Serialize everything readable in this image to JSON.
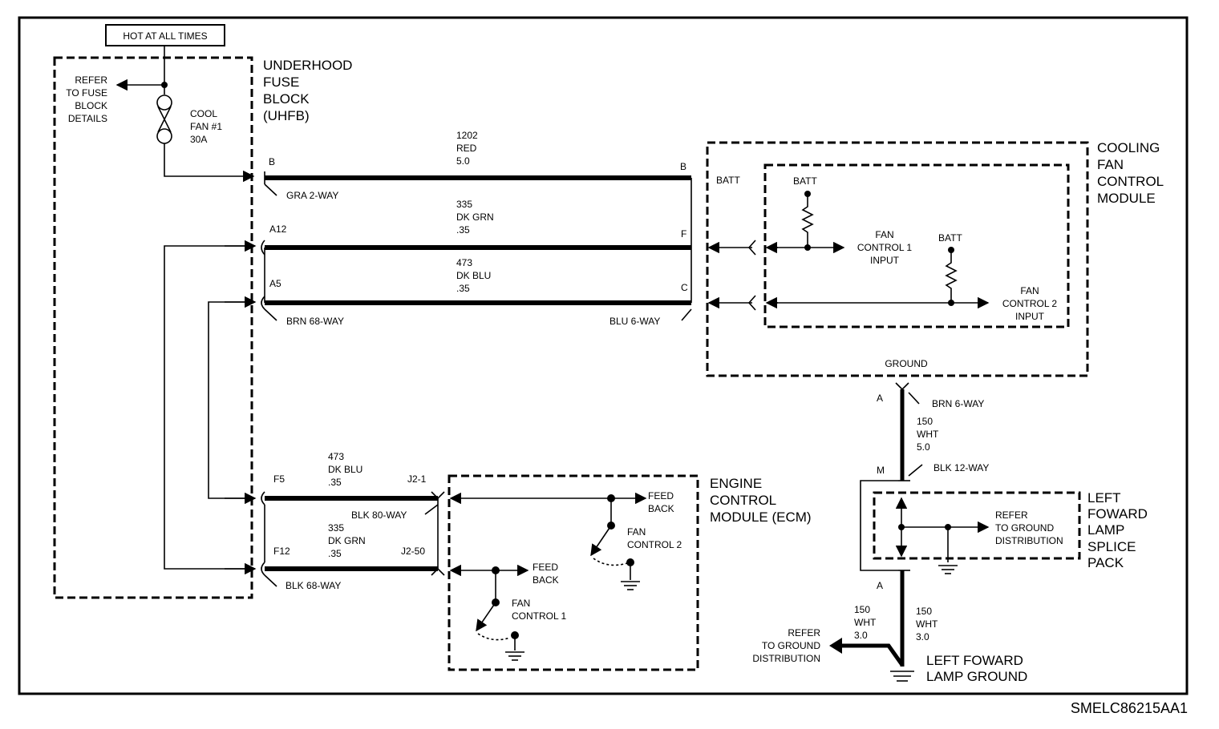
{
  "header": {
    "hot_label": "HOT AT ALL TIMES"
  },
  "fuse_block": {
    "title_lines": [
      "UNDERHOOD",
      "FUSE",
      "BLOCK",
      "(UHFB)"
    ],
    "refer_lines": [
      "REFER",
      "TO FUSE",
      "BLOCK",
      "DETAILS"
    ],
    "fuse_lines": [
      "COOL",
      "FAN #1",
      "30A"
    ]
  },
  "wires": {
    "w1202": {
      "circuit": "1202",
      "color": "RED",
      "gauge": "5.0"
    },
    "w335_top": {
      "circuit": "335",
      "color": "DK GRN",
      "gauge": ".35"
    },
    "w473_top": {
      "circuit": "473",
      "color": "DK BLU",
      "gauge": ".35"
    },
    "w473_ecm": {
      "circuit": "473",
      "color": "DK BLU",
      "gauge": ".35"
    },
    "w335_ecm": {
      "circuit": "335",
      "color": "DK GRN",
      "gauge": ".35"
    },
    "w150_upper": {
      "circuit": "150",
      "color": "WHT",
      "gauge": "5.0"
    },
    "w150_left": {
      "circuit": "150",
      "color": "WHT",
      "gauge": "3.0"
    },
    "w150_right": {
      "circuit": "150",
      "color": "WHT",
      "gauge": "3.0"
    }
  },
  "pins": {
    "B_left": "B",
    "B_right": "B",
    "A12": "A12",
    "F": "F",
    "A5": "A5",
    "C": "C",
    "F5": "F5",
    "J2_1": "J2-1",
    "F12": "F12",
    "J2_50": "J2-50",
    "A_upper": "A",
    "M": "M",
    "A_lower": "A"
  },
  "connectors": {
    "gra_2way": "GRA 2-WAY",
    "brn_68way": "BRN 68-WAY",
    "blu_6way": "BLU 6-WAY",
    "blk_80way": "BLK 80-WAY",
    "blk_68way": "BLK 68-WAY",
    "brn_6way": "BRN 6-WAY",
    "blk_12way": "BLK 12-WAY"
  },
  "cooling_module": {
    "title_lines": [
      "COOLING",
      "FAN",
      "CONTROL",
      "MODULE"
    ],
    "batt_outer": "BATT",
    "batt_1": "BATT",
    "batt_2": "BATT",
    "input1_lines": [
      "FAN",
      "CONTROL 1",
      "INPUT"
    ],
    "input2_lines": [
      "FAN",
      "CONTROL 2",
      "INPUT"
    ],
    "ground": "GROUND"
  },
  "ecm": {
    "title_lines": [
      "ENGINE",
      "CONTROL",
      "MODULE (ECM)"
    ],
    "feedback_top_lines": [
      "FEED",
      "BACK"
    ],
    "fan2_lines": [
      "FAN",
      "CONTROL 2"
    ],
    "feedback_bottom_lines": [
      "FEED",
      "BACK"
    ],
    "fan1_lines": [
      "FAN",
      "CONTROL 1"
    ]
  },
  "splice_pack": {
    "title_lines": [
      "LEFT",
      "FOWARD",
      "LAMP",
      "SPLICE",
      "PACK"
    ],
    "refer_lines": [
      "REFER",
      "TO GROUND",
      "DISTRIBUTION"
    ]
  },
  "lamp_ground": {
    "refer_lines": [
      "REFER",
      "TO GROUND",
      "DISTRIBUTION"
    ],
    "title_lines": [
      "LEFT FOWARD",
      "LAMP GROUND"
    ]
  },
  "footer": {
    "code": "SMELC86215AA1"
  }
}
